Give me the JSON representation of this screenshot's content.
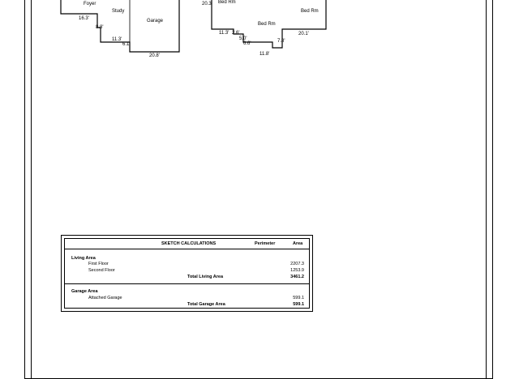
{
  "sketch": {
    "first_floor": {
      "rooms": [
        "Foyer",
        "Study",
        "Garage"
      ],
      "dimensions": [
        "16.3'",
        "8.8'",
        "11.3'",
        "6.1'",
        "20.8'"
      ]
    },
    "second_floor": {
      "rooms": [
        "Bed Rm",
        "Bed Rm",
        "Bed Rm"
      ],
      "dimensions": [
        "20.3'",
        "11.3'",
        "2.6'",
        "5.0'",
        "6.6'",
        "7.8'",
        "20.1'",
        "11.8'"
      ]
    }
  },
  "calculations": {
    "title": "SKETCH CALCULATIONS",
    "col_perimeter": "Perimeter",
    "col_area": "Area",
    "living": {
      "heading": "Living Area",
      "rows": [
        {
          "label": "First Floor",
          "area": "2207.3"
        },
        {
          "label": "Second Floor",
          "area": "1253.9"
        }
      ],
      "total_label": "Total Living Area",
      "total": "3461.2"
    },
    "garage": {
      "heading": "Garage Area",
      "rows": [
        {
          "label": "Attached Garage",
          "area": "599.1"
        }
      ],
      "total_label": "Total Garage Area",
      "total": "599.1"
    }
  }
}
